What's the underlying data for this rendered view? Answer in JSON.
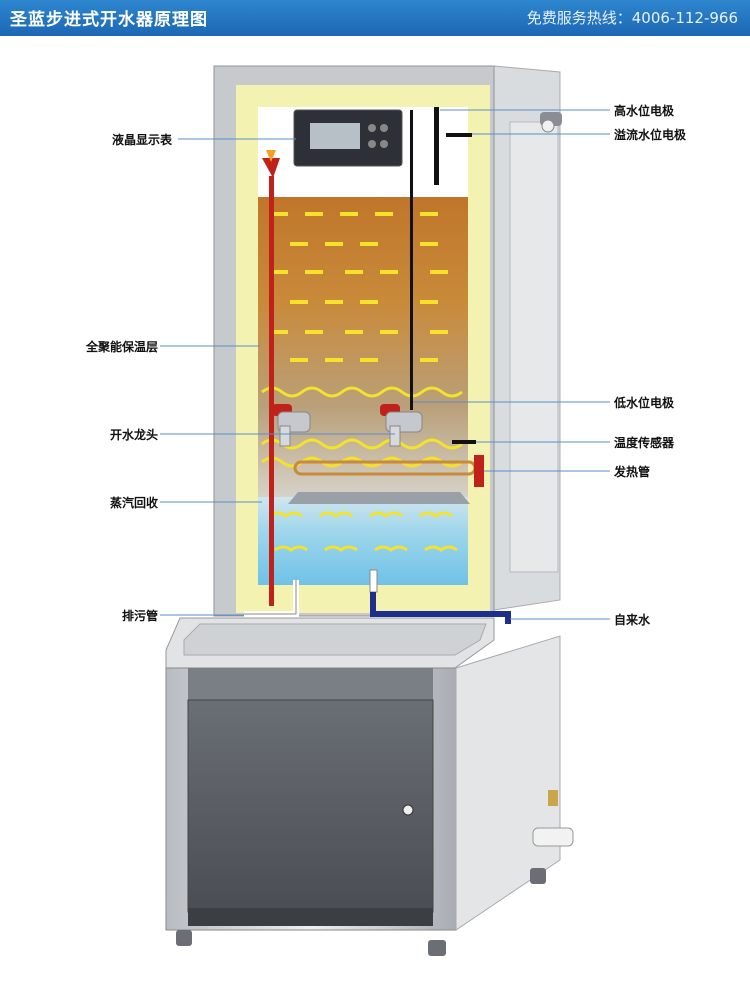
{
  "header": {
    "title": "圣蓝步进式开水器原理图",
    "hotline": "免费服务热线：4006-112-966"
  },
  "labels_left": {
    "lcd_display": "液晶显示表",
    "insulation_layer": "全聚能保温层",
    "boiling_tap": "开水龙头",
    "steam_recovery": "蒸汽回收",
    "drain_pipe": "排污管"
  },
  "labels_right": {
    "high_level_electrode": "高水位电极",
    "overflow_electrode": "溢流水位电极",
    "low_level_electrode": "低水位电极",
    "temp_sensor": "温度传感器",
    "heating_tube": "发热管",
    "tap_water": "自来水"
  },
  "colors": {
    "header_blue": "#1c67b4",
    "insulation_yellow": "#f3f2b0",
    "hot_water_orange": "#c9802e",
    "cold_water_blue": "#8fd0ea",
    "wave_yellow": "#f5e22a",
    "pipe_red": "#c0221b",
    "inlet_blue": "#1d2f8a",
    "cabinet_gray": "#55585e"
  }
}
